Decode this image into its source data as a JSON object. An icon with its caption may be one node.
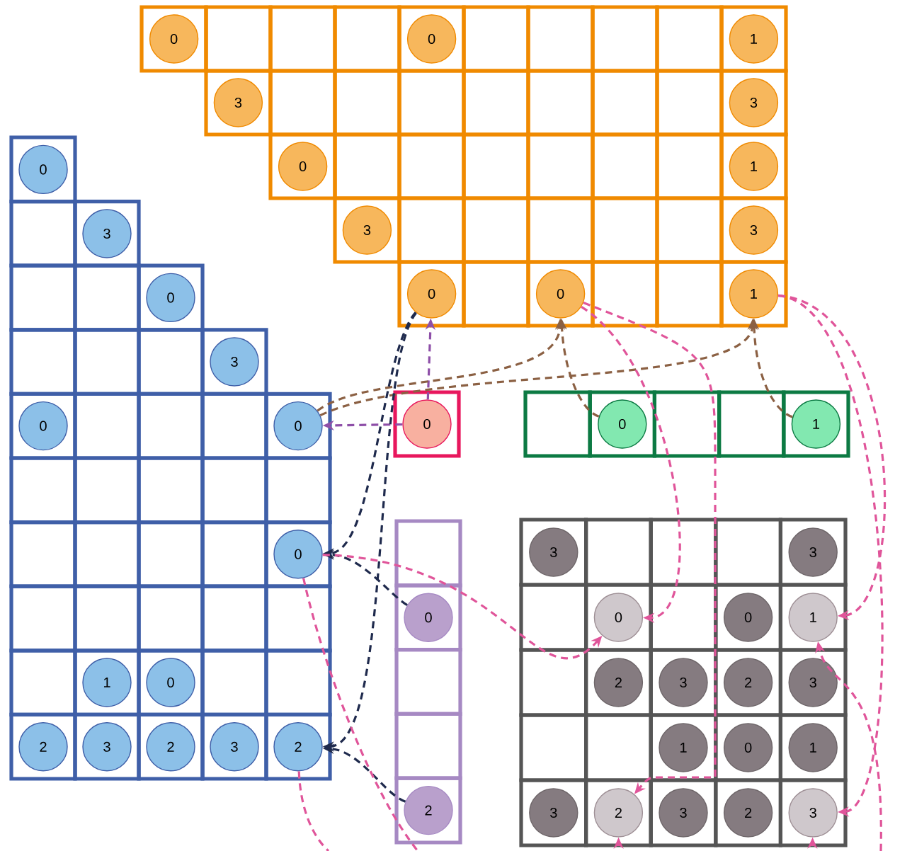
{
  "diagram": {
    "nodes": [
      {
        "text": [
          "0"
        ]
      },
      {
        "text": [
          "0"
        ]
      },
      {
        "text": [
          "1"
        ]
      },
      {
        "text": [
          "3"
        ]
      },
      {
        "text": [
          "3"
        ]
      },
      {
        "text": [
          "0"
        ]
      },
      {
        "text": [
          "1"
        ]
      },
      {
        "text": [
          "3"
        ]
      },
      {
        "text": [
          "3"
        ]
      },
      {
        "text": [
          "0"
        ]
      },
      {
        "text": [
          "0"
        ]
      },
      {
        "text": [
          "1"
        ]
      },
      {
        "text": [
          "0"
        ]
      },
      {
        "text": [
          "3"
        ]
      },
      {
        "text": [
          "0"
        ]
      },
      {
        "text": [
          "3"
        ]
      },
      {
        "text": [
          "0"
        ]
      },
      {
        "text": [
          "0"
        ]
      },
      {
        "text": [
          "0"
        ]
      },
      {
        "text": [
          "1"
        ]
      },
      {
        "text": [
          "0"
        ]
      },
      {
        "text": [
          "2"
        ]
      },
      {
        "text": [
          "3"
        ]
      },
      {
        "text": [
          "2"
        ]
      },
      {
        "text": [
          "3"
        ]
      },
      {
        "text": [
          "2"
        ]
      },
      {
        "text": [
          "0"
        ]
      },
      {
        "text": [
          "0"
        ]
      },
      {
        "text": [
          "1"
        ]
      },
      {
        "text": [
          "0"
        ]
      },
      {
        "text": [
          "2"
        ]
      },
      {
        "text": [
          "3"
        ]
      },
      {
        "text": [
          "3"
        ]
      },
      {
        "text": [
          "0"
        ]
      },
      {
        "text": [
          "0"
        ]
      },
      {
        "text": [
          "1"
        ]
      },
      {
        "text": [
          "2"
        ]
      },
      {
        "text": [
          "3"
        ]
      },
      {
        "text": [
          "2"
        ]
      },
      {
        "text": [
          "3"
        ]
      },
      {
        "text": [
          "1"
        ]
      },
      {
        "text": [
          "0"
        ]
      },
      {
        "text": [
          "1"
        ]
      },
      {
        "text": [
          "3"
        ]
      },
      {
        "text": [
          "2"
        ]
      },
      {
        "text": [
          "3"
        ]
      },
      {
        "text": [
          "2"
        ]
      },
      {
        "text": [
          "3"
        ]
      }
    ],
    "edges": [
      {
        "from": 26,
        "to": 9,
        "arrow": "to",
        "style": "dashed",
        "color": "#8e4fa8"
      },
      {
        "from": 26,
        "to": 17,
        "arrow": "to",
        "style": "dashed",
        "color": "#8e4fa8"
      },
      {
        "from": 27,
        "to": 10,
        "arrow": "to",
        "style": "dashed",
        "color": "#8b6043"
      },
      {
        "from": 28,
        "to": 11,
        "arrow": "to",
        "style": "dashed",
        "color": "#8b6043"
      },
      {
        "from": 17,
        "to": 10,
        "arrow": "to",
        "style": "dashed",
        "color": "#8b6043"
      },
      {
        "from": 17,
        "to": 11,
        "arrow": "to",
        "style": "dashed",
        "color": "#8b6043"
      },
      {
        "from": 9,
        "to": 18,
        "arrow": "to",
        "style": "dashed",
        "color": "#1f2a4d"
      },
      {
        "from": 9,
        "to": 25,
        "arrow": "to",
        "style": "dashed",
        "color": "#1f2a4d"
      },
      {
        "from": 29,
        "to": 18,
        "arrow": "to",
        "style": "dashed",
        "color": "#1f2a4d"
      },
      {
        "from": 30,
        "to": 25,
        "arrow": "to",
        "style": "dashed",
        "color": "#1f2a4d"
      },
      {
        "from": 11,
        "to": 35,
        "arrow": "to",
        "style": "dashed"
      },
      {
        "from": 11,
        "to": 47,
        "arrow": "to",
        "style": "dashed"
      },
      {
        "from": 10,
        "to": 33,
        "arrow": "to",
        "style": "dashed"
      },
      {
        "from": 10,
        "to": 44,
        "arrow": "to",
        "style": "dashed"
      },
      {
        "from": 18,
        "to": 33,
        "arrow": "to",
        "style": "dashed"
      },
      {
        "from": 18,
        "to": null,
        "arrow": "none",
        "style": "dashed"
      },
      {
        "from": 25,
        "to": null,
        "arrow": "none",
        "style": "dashed"
      },
      {
        "from": null,
        "to": 35,
        "arrow": "to",
        "style": "dashed"
      },
      {
        "from": null,
        "to": 44,
        "arrow": "to",
        "style": "dashed"
      },
      {
        "from": null,
        "to": 47,
        "arrow": "to",
        "style": "dashed"
      }
    ]
  }
}
